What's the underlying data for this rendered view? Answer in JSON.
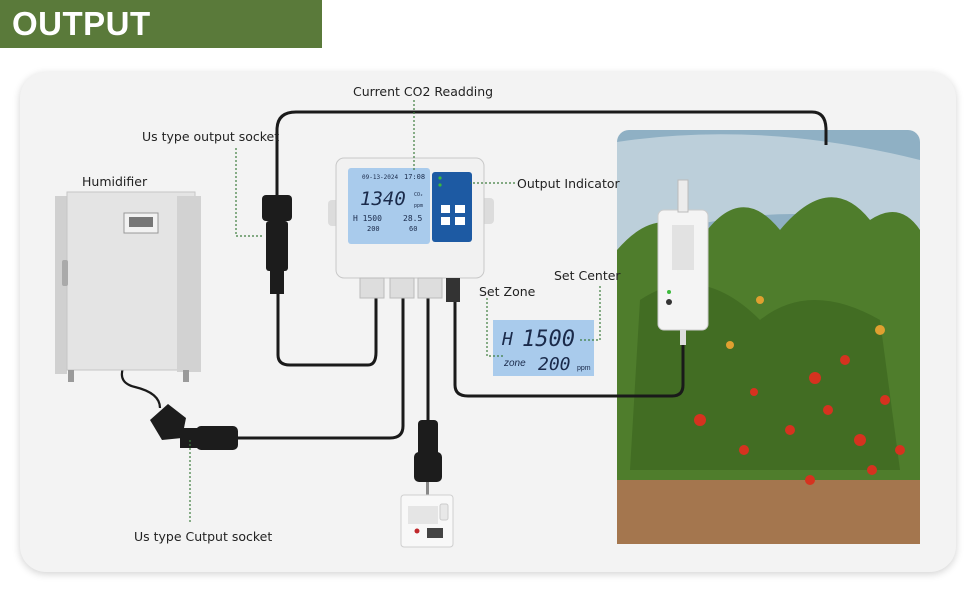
{
  "banner": {
    "title": "OUTPUT CONTROL"
  },
  "labels": {
    "current_co2": "Current CO2 Readding",
    "us_output_socket_top": "Us type output socket",
    "humidifier": "Humidifier",
    "output_indicator": "Output Indicator",
    "set_center": "Set Center",
    "set_zone": "Set Zone",
    "us_output_socket_bottom": "Us type Cutput socket"
  },
  "device": {
    "date": "09-13-2024",
    "time": "17:08",
    "co2_value": "1340",
    "co2_unit": "CO₂",
    "ppm_unit": "ppm",
    "h_value": "H 1500",
    "zone_value": "200",
    "temp_value": "28.5",
    "humidity_value": "60"
  },
  "zoom_display": {
    "h_label": "H",
    "center_value": "1500",
    "zone_label": "zone",
    "zone_value": "200",
    "unit": "ppm"
  },
  "colors": {
    "banner": "#5a7a3a",
    "lcd": "#a9cbec",
    "device_panel": "#1d5aa3"
  }
}
